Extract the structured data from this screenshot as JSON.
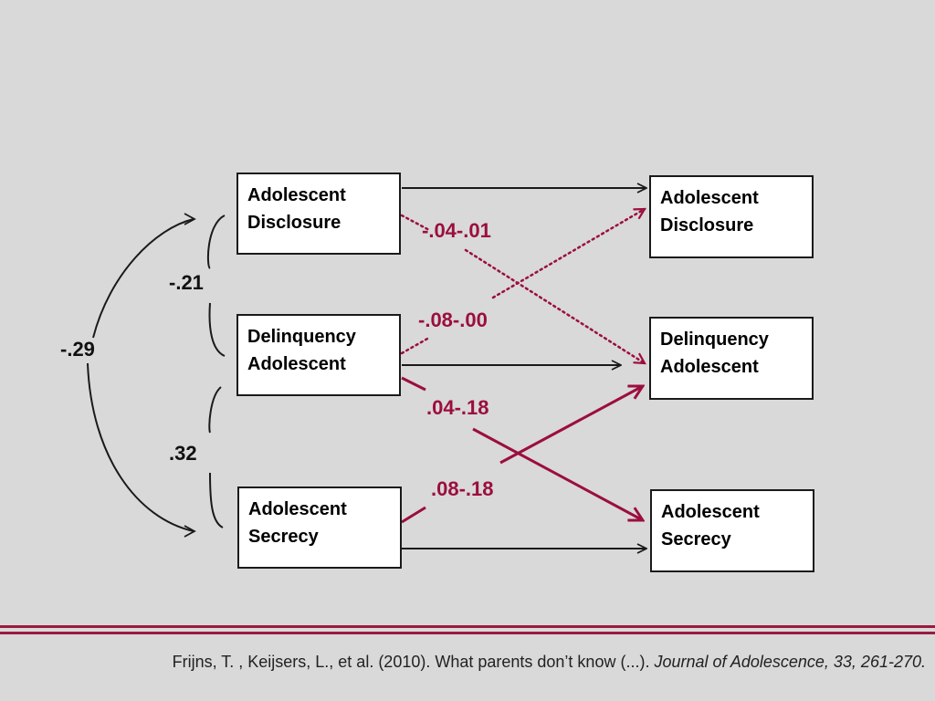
{
  "boxes": {
    "t1_disclosure": [
      "Adolescent",
      "Disclosure"
    ],
    "t1_delinquency": [
      "Delinquency",
      "Adolescent"
    ],
    "t1_secrecy": [
      "Adolescent",
      "Secrecy"
    ],
    "t2_disclosure": [
      "Adolescent",
      "Disclosure"
    ],
    "t2_delinquency": [
      "Delinquency",
      "Adolescent"
    ],
    "t2_secrecy": [
      "Adolescent",
      "Secrecy"
    ]
  },
  "correlations": {
    "disclosure_delinquency": "-.21",
    "delinquency_secrecy": ".32",
    "disclosure_secrecy": "-.29"
  },
  "cross_lagged": {
    "disclosure_to_delinquency": "-.04-.01",
    "delinquency_to_disclosure": "-.08-.00",
    "delinquency_to_secrecy": ".04-.18",
    "secrecy_to_delinquency": ".08-.18"
  },
  "citation": {
    "authors": "Frijns, T. , Keijsers, L., et al. (2010). What parents don’t know (...). ",
    "journal": "Journal of Adolescence, 33, 261-270."
  },
  "colors": {
    "background": "#d9d9d9",
    "accent": "#9b0e3e",
    "line": "#1a1a1a"
  }
}
